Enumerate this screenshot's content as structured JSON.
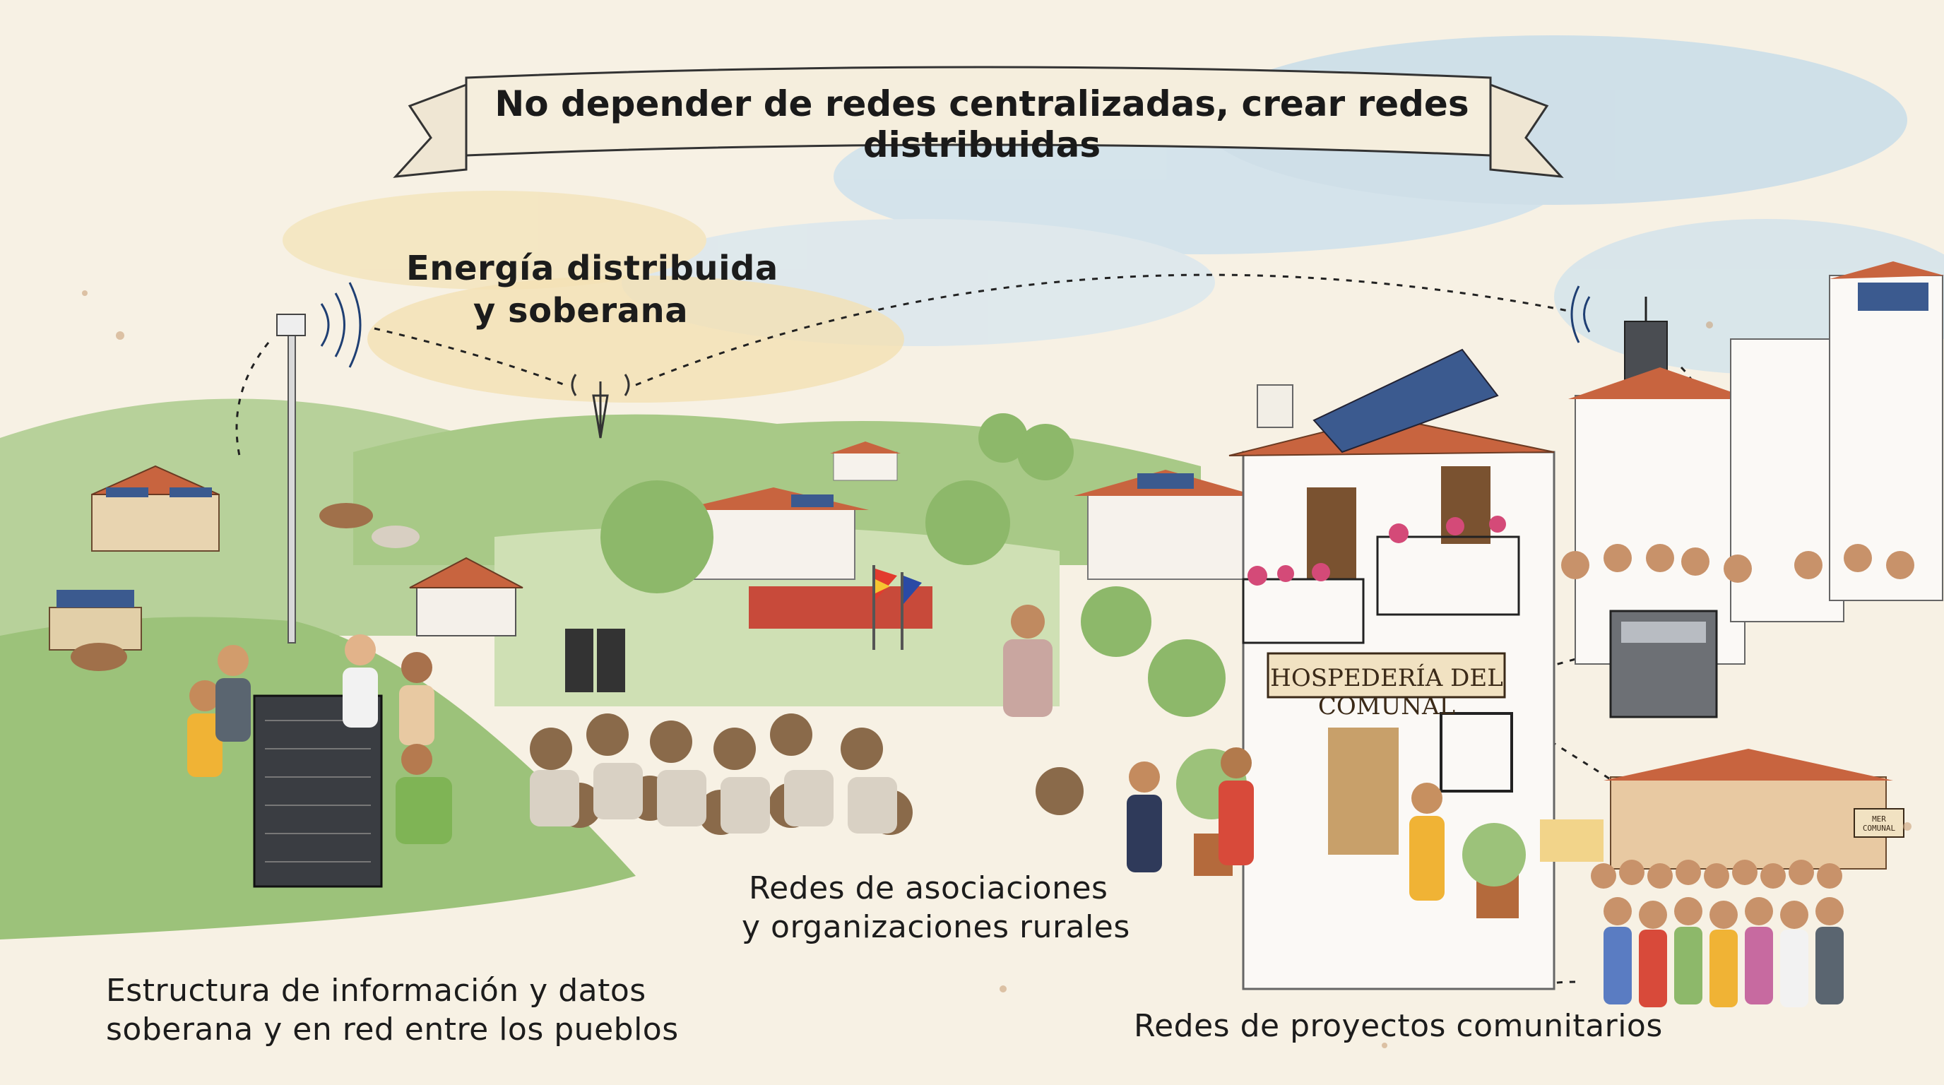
{
  "banner": {
    "title": "No depender de redes centralizadas, crear redes distribuidas"
  },
  "labels": {
    "energy_line1": "Energía distribuida",
    "energy_line2": "y soberana",
    "associations_line1": "Redes de asociaciones",
    "associations_line2": "y organizaciones rurales",
    "data_line1": "Estructura de información y datos",
    "data_line2": "soberana y en red entre los pueblos",
    "community": "Redes de proyectos comunitarios"
  },
  "signs": {
    "hospederia": "HOSPEDERÍA DEL COMUNAL",
    "small_sign": "MER COMUNAL"
  },
  "colors": {
    "paper": "#f7f1e4",
    "sky": "#bcd6e8",
    "hill_green": "#9cc27a",
    "roof_terracotta": "#c8643f",
    "solar_blue": "#3b5a8f",
    "server_dark": "#3a3d42"
  }
}
